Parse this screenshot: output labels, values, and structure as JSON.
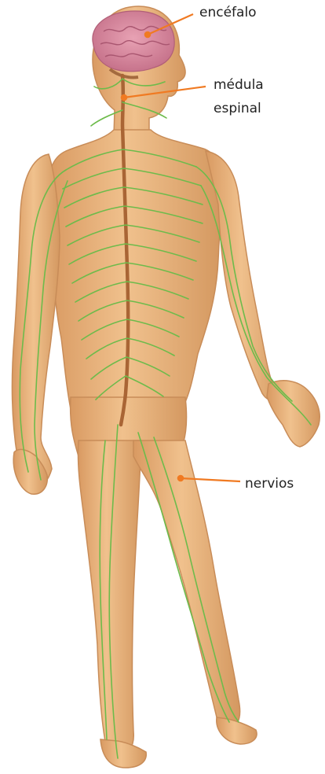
{
  "labels": {
    "brain": "encéfalo",
    "spinal_cord_line1": "médula",
    "spinal_cord_line2": "espinal",
    "nerves": "nervios"
  },
  "colors": {
    "skin": "#e8b37f",
    "skin_shadow": "#cf9460",
    "brain": "#d98aa0",
    "nerve": "#6dbb4b",
    "spinal_cord": "#b7713f",
    "pointer": "#f07a22"
  }
}
